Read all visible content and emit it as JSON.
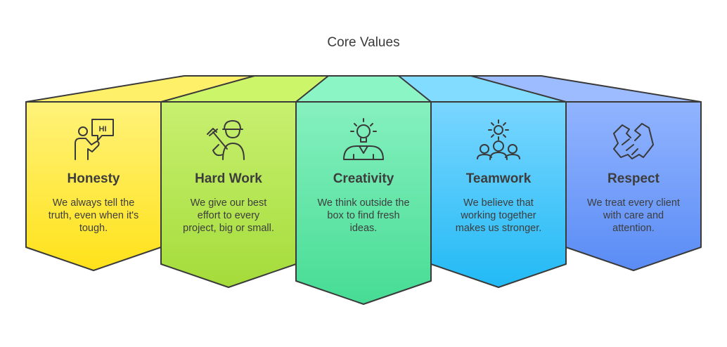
{
  "title": "Core Values",
  "cards": [
    {
      "title": "Honesty",
      "desc": [
        "We always tell the",
        "truth, even when it's",
        "tough."
      ],
      "icon": "speech-bubble-hi-icon",
      "bubble_text": "HI",
      "color_top": "#fff27a",
      "color_bottom": "#ffe21a",
      "top_color": "#fff06a"
    },
    {
      "title": "Hard Work",
      "desc": [
        "We give our best",
        "effort to every",
        "project, big or small."
      ],
      "icon": "worker-with-hammer-icon",
      "color_top": "#c8f070",
      "color_bottom": "#a4dc3a",
      "top_color": "#ccf56a"
    },
    {
      "title": "Creativity",
      "desc": [
        "We think outside the",
        "box to find fresh",
        "ideas."
      ],
      "icon": "lightbulb-person-icon",
      "color_top": "#86f0bf",
      "color_bottom": "#46dc94",
      "top_color": "#8cf5c6"
    },
    {
      "title": "Teamwork",
      "desc": [
        "We believe that",
        "working together",
        "makes us stronger."
      ],
      "icon": "team-gear-icon",
      "color_top": "#7ad6ff",
      "color_bottom": "#22baf5",
      "top_color": "#82dcff"
    },
    {
      "title": "Respect",
      "desc": [
        "We treat every client",
        "with care and",
        "attention."
      ],
      "icon": "handshake-icon",
      "color_top": "#92b4ff",
      "color_bottom": "#5a8cf5",
      "top_color": "#9dbcff"
    }
  ]
}
